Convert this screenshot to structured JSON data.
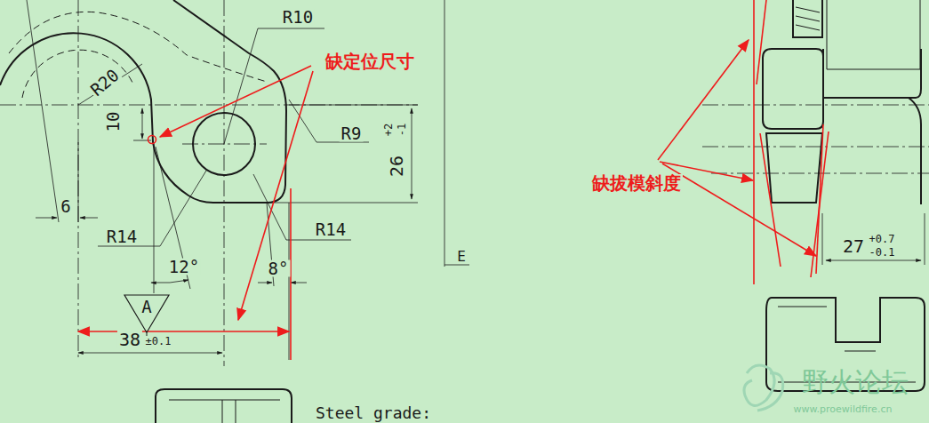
{
  "diagram": {
    "nodes": [
      {
        "text": [
          "A"
        ]
      }
    ],
    "edges": [],
    "labels": [
      "R10",
      "R20",
      "10",
      "R9",
      "26",
      "+2",
      "-1",
      "6",
      "R14",
      "12°",
      "8°",
      "R14",
      "38",
      "±0.1",
      "缺定位尺寸",
      "缺拔模斜度",
      "27",
      "+0.7",
      "-0.1",
      "E",
      "Steel grade:",
      "野火论坛",
      "www.proewildfire.cn"
    ]
  }
}
